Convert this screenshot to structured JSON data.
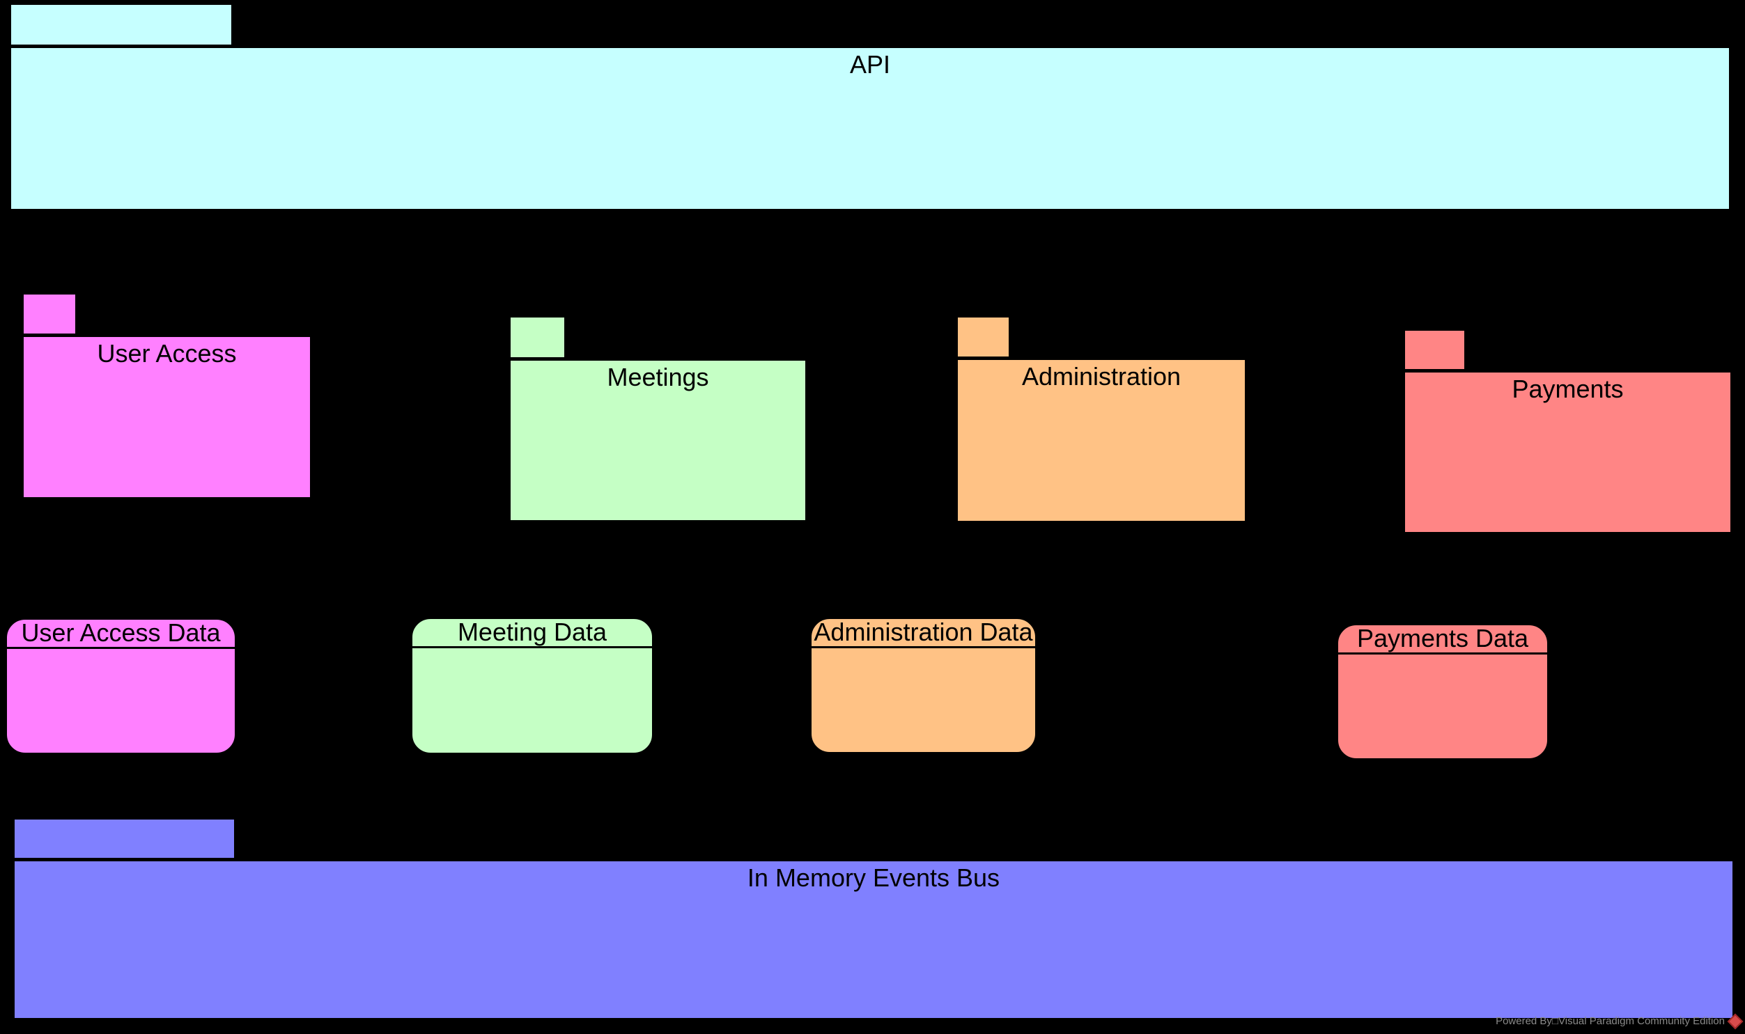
{
  "canvas": {
    "background": "#000000"
  },
  "packages": [
    {
      "name": "API",
      "color": "#C6FFFF"
    },
    {
      "name": "User Access",
      "color": "#FF80FF"
    },
    {
      "name": "Meetings",
      "color": "#C5FFC5"
    },
    {
      "name": "Administration",
      "color": "#FFC285"
    },
    {
      "name": "Payments",
      "color": "#FF8585"
    },
    {
      "name": "In Memory Events Bus",
      "color": "#8080FF"
    }
  ],
  "data_stores": [
    {
      "name": "User Access Data",
      "color": "#FF80FF"
    },
    {
      "name": "Meeting Data",
      "color": "#C5FFC5"
    },
    {
      "name": "Administration Data",
      "color": "#FFC285"
    },
    {
      "name": "Payments Data",
      "color": "#FF8585"
    }
  ],
  "watermark": {
    "text": "Powered By□Visual Paradigm Community Edition",
    "text_color": "#8A8A8A",
    "logo_color": "#D94C4C"
  }
}
